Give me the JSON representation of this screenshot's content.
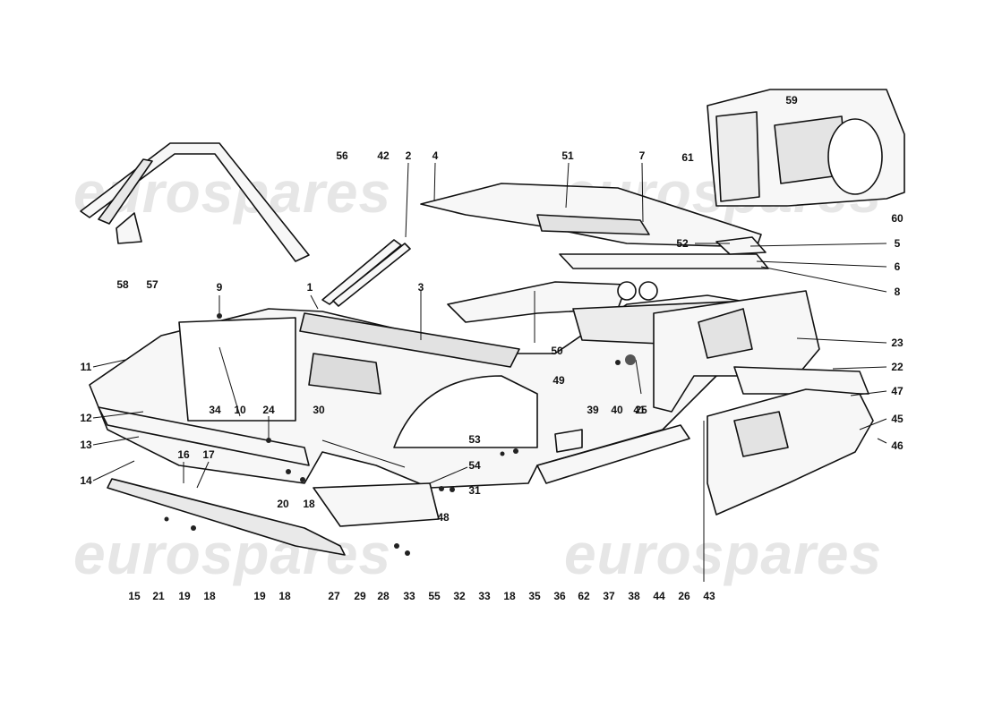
{
  "watermark": {
    "text": "eurospares",
    "color": "#e6e6e6"
  },
  "colors": {
    "ink": "#111111",
    "panel_fill": "#f7f7f7",
    "shade": "#cfcfcf",
    "background": "#ffffff"
  },
  "callouts": [
    "1",
    "2",
    "3",
    "4",
    "5",
    "6",
    "7",
    "8",
    "9",
    "10",
    "11",
    "12",
    "13",
    "14",
    "15",
    "16",
    "17",
    "18",
    "19",
    "20",
    "21",
    "23",
    "24",
    "25",
    "26",
    "27",
    "28",
    "29",
    "30",
    "31",
    "32",
    "33",
    "34",
    "35",
    "36",
    "37",
    "38",
    "39",
    "40",
    "41",
    "42",
    "43",
    "44",
    "45",
    "46",
    "47",
    "48",
    "49",
    "50",
    "51",
    "52",
    "53",
    "54",
    "55",
    "56",
    "57",
    "58",
    "59",
    "60",
    "61",
    "62",
    "22"
  ]
}
